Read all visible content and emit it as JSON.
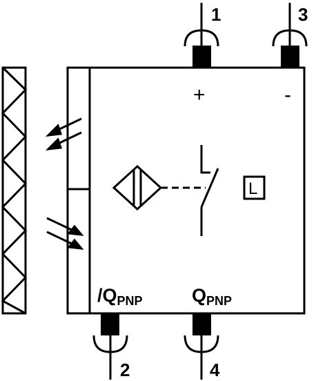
{
  "terminals": [
    {
      "number": "1"
    },
    {
      "number": "3"
    },
    {
      "number": "2"
    },
    {
      "number": "4"
    }
  ],
  "polarity": {
    "plus": "+",
    "minus": "-"
  },
  "outputs": {
    "q_inverted": {
      "main": "/Q",
      "sub": "PNP"
    },
    "q": {
      "main": "Q",
      "sub": "PNP"
    }
  },
  "light_mode_label": "L",
  "colors": {
    "line": "#000000",
    "background": "#ffffff"
  }
}
